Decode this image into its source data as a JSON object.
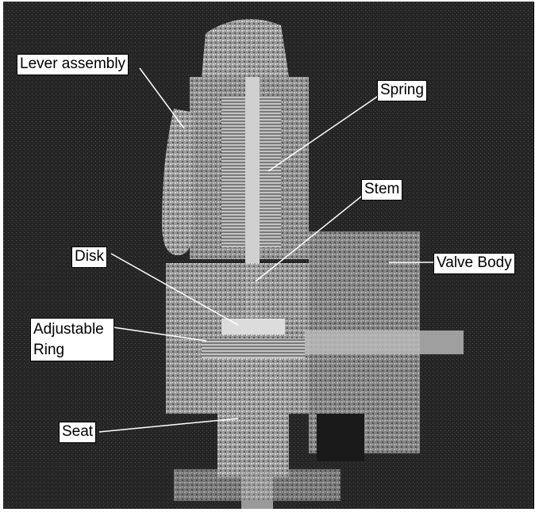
{
  "diagram": {
    "labels": {
      "lever_assembly": "Lever assembly",
      "spring": "Spring",
      "stem": "Stem",
      "valve_body": "Valve Body",
      "disk": "Disk",
      "adjustable_ring_line1": "Adjustable",
      "adjustable_ring_line2": "Ring",
      "seat": "Seat"
    }
  },
  "colors": {
    "background": "#0b0b0b",
    "metal_light": "#bdbdbd",
    "metal_dark": "#6e6e6e",
    "label_bg": "#ffffff",
    "leader_line": "#ffffff"
  }
}
